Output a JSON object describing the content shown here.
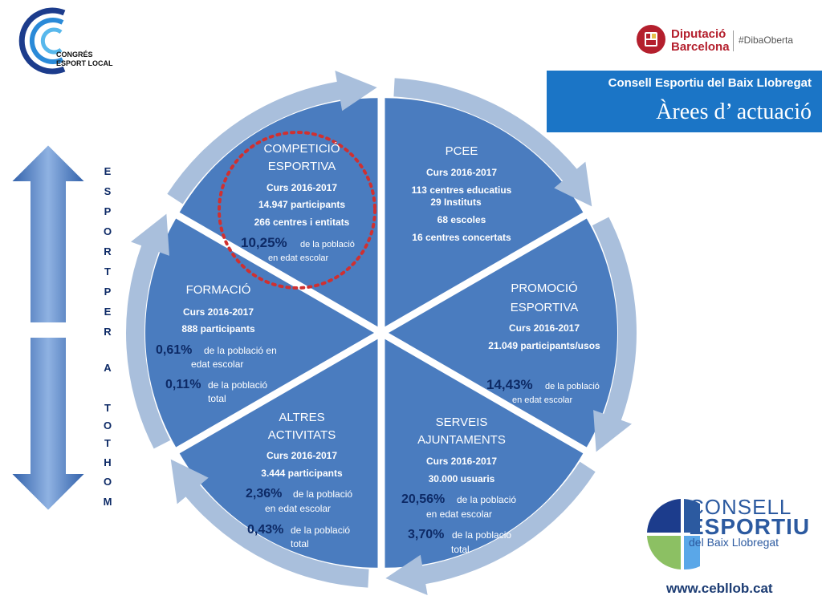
{
  "header": {
    "subtitle": "Consell Esportiu del Baix Llobregat",
    "title": "Àrees d’ actuació"
  },
  "logos": {
    "congres_line1": "CONGRÉS",
    "congres_line2": "ESPORT LOCAL",
    "diputacio_line1": "Diputació",
    "diputacio_line2": "Barcelona",
    "hashtag": "#DibaOberta",
    "consell_line1": "CONSELL",
    "consell_line2": "ESPORTIU",
    "consell_line3": "del Baix Llobregat",
    "website": "www.cebllob.cat"
  },
  "vertical_text": [
    "E",
    "S",
    "P",
    "O",
    "R",
    "T",
    "P",
    "E",
    "R",
    "A",
    "T",
    "O",
    "T",
    "H",
    "O",
    "M"
  ],
  "colors": {
    "segment": "#4a7cbf",
    "ring": "#a9bfdc",
    "header": "#1b75c6",
    "dark_text": "#0d2a66",
    "highlight": "#d03030"
  },
  "segments": {
    "competicio": {
      "title1": "COMPETICIÓ",
      "title2": "ESPORTIVA",
      "curs": "Curs 2016-2017",
      "line1": "14.947 participants",
      "line2": "266 centres i entitats",
      "pct": "10,25%",
      "pct_text": "de la   població",
      "pct_text2": "en edat  escolar"
    },
    "pcee": {
      "title1": "PCEE",
      "curs": "Curs 2016-2017",
      "line1": "113 centres educatius",
      "line2": "29 Instituts",
      "line3": "68 escoles",
      "line4": "16 centres concertats"
    },
    "promocio": {
      "title1": "PROMOCIÓ",
      "title2": "ESPORTIVA",
      "curs": "Curs 2016-2017",
      "line1": "21.049 participants/usos",
      "pct": "14,43%",
      "pct_text": "de la població",
      "pct_text2": "en edat  escolar"
    },
    "serveis": {
      "title1": "SERVEIS",
      "title2": "AJUNTAMENTS",
      "curs": "Curs 2016-2017",
      "line1": "30.000 usuaris",
      "pct1": "20,56%",
      "pct1_text": "de la població",
      "pct1_text2": "en edat escolar",
      "pct2": "3,70%",
      "pct2_text": "de la població",
      "pct2_text2": "total"
    },
    "altres": {
      "title1": "ALTRES",
      "title2": "ACTIVITATS",
      "curs": "Curs 2016-2017",
      "line1": "3.444 participants",
      "pct1": "2,36%",
      "pct1_text": "de la població",
      "pct1_text2": "en edat  escolar",
      "pct2": "0,43%",
      "pct2_text": "de la població",
      "pct2_text2": "total"
    },
    "formacio": {
      "title1": "FORMACIÓ",
      "curs": "Curs 2016-2017",
      "line1": "888 participants",
      "pct1": "0,61%",
      "pct1_text": "de la població en",
      "pct1_text2": "edat escolar",
      "pct2": "0,11%",
      "pct2_text": "de la població",
      "pct2_text2": "total"
    }
  }
}
